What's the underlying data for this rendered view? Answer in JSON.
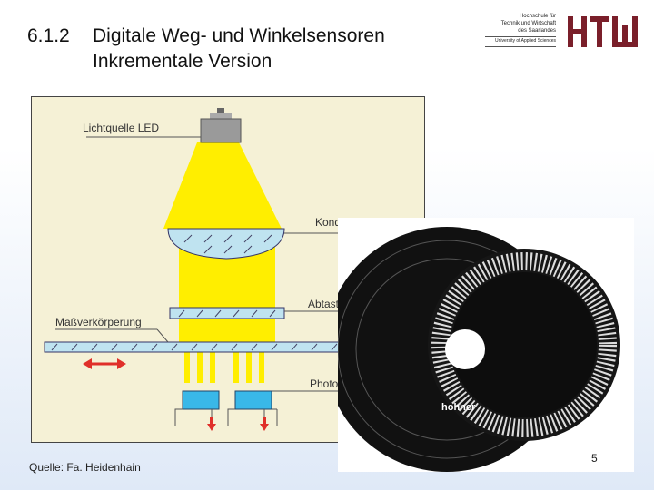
{
  "slide": {
    "section_number": "6.1.2",
    "title_line1": "Digitale Weg- und Winkelsensoren",
    "title_line2": "Inkrementale Version",
    "page_number": "5",
    "source": "Quelle: Fa. Heidenhain"
  },
  "logo": {
    "line1": "Hochschule für",
    "line2": "Technik und Wirtschaft",
    "line3": "des Saarlandes",
    "line4": "University of Applied Sciences",
    "mark": "HTW"
  },
  "diagram": {
    "label_led": "Lichtquelle LED",
    "label_condenser": "Kondensor",
    "label_scanning_plate": "Abtastplatte",
    "label_scale": "Maßverkörperung",
    "label_photo": "Photoelemente"
  },
  "photo": {
    "brand_text": "hohner"
  },
  "colors": {
    "beam": "#ffee00",
    "glass": "#bfe3f0",
    "photo_cell": "#39b8e8",
    "arrow": "#e0302a",
    "logo": "#7a1f2a"
  }
}
